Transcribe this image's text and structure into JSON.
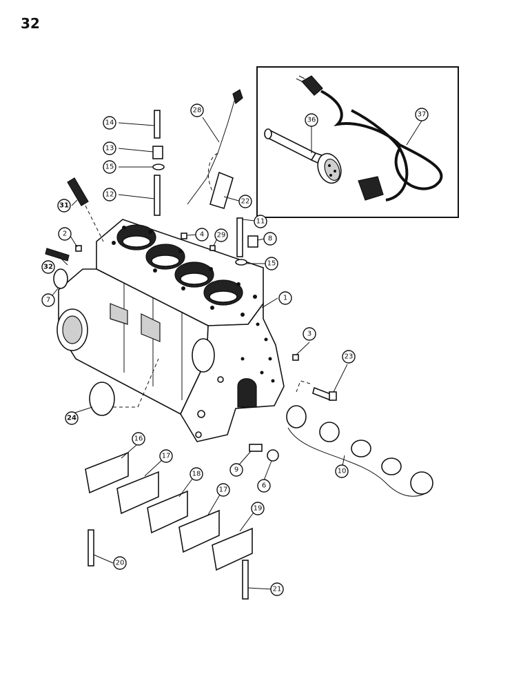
{
  "page": {
    "number": "32"
  },
  "callouts": [
    {
      "id": "c1",
      "label": "1"
    },
    {
      "id": "c2",
      "label": "2"
    },
    {
      "id": "c3",
      "label": "3"
    },
    {
      "id": "c4",
      "label": "4"
    },
    {
      "id": "c6",
      "label": "6"
    },
    {
      "id": "c7",
      "label": "7"
    },
    {
      "id": "c8",
      "label": "8"
    },
    {
      "id": "c9",
      "label": "9"
    },
    {
      "id": "c10",
      "label": "10"
    },
    {
      "id": "c11",
      "label": "11"
    },
    {
      "id": "c12",
      "label": "12"
    },
    {
      "id": "c13",
      "label": "13"
    },
    {
      "id": "c14",
      "label": "14"
    },
    {
      "id": "c15a",
      "label": "15"
    },
    {
      "id": "c15b",
      "label": "15"
    },
    {
      "id": "c16",
      "label": "16"
    },
    {
      "id": "c17a",
      "label": "17"
    },
    {
      "id": "c17b",
      "label": "17"
    },
    {
      "id": "c18",
      "label": "18"
    },
    {
      "id": "c19",
      "label": "19"
    },
    {
      "id": "c20",
      "label": "20"
    },
    {
      "id": "c21",
      "label": "21"
    },
    {
      "id": "c22",
      "label": "22"
    },
    {
      "id": "c23",
      "label": "23"
    },
    {
      "id": "c24",
      "label": "24"
    },
    {
      "id": "c28",
      "label": "28"
    },
    {
      "id": "c29",
      "label": "29"
    },
    {
      "id": "c31",
      "label": "31"
    },
    {
      "id": "c32",
      "label": "32"
    },
    {
      "id": "c36",
      "label": "36"
    },
    {
      "id": "c37",
      "label": "37"
    }
  ]
}
